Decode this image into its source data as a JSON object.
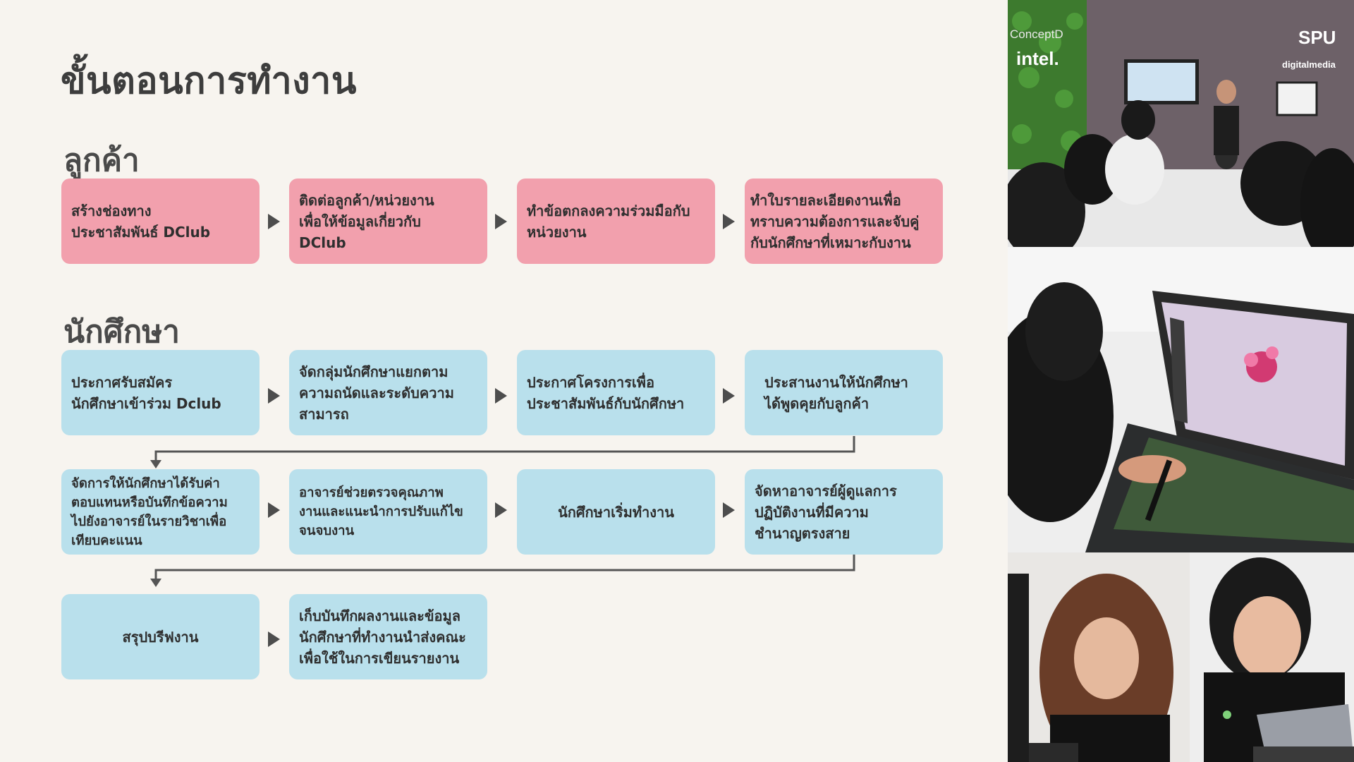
{
  "title": "ขั้นตอนการทำงาน",
  "sections": {
    "customer": {
      "label": "ลูกค้า",
      "steps": [
        "สร้างช่องทาง\nประชาสัมพันธ์ DClub",
        "ติดต่อลูกค้า/หน่วยงาน\nเพื่อให้ข้อมูลเกี่ยวกับ\nDClub",
        "ทำข้อตกลงความร่วมมือกับ\nหน่วยงาน",
        "ทำใบรายละเอียดงานเพื่อ\nทราบความต้องการและจับคู่\nกับนักศึกษาที่เหมาะกับงาน"
      ]
    },
    "student": {
      "label": "นักศึกษา",
      "row1": [
        "ประกาศรับสมัคร\nนักศึกษาเข้าร่วม Dclub",
        "จัดกลุ่มนักศึกษาแยกตาม\nความถนัดและระดับความ\nสามารถ",
        "ประกาศโครงการเพื่อ\nประชาสัมพันธ์กับนักศึกษา",
        "ประสานงานให้นักศึกษา\nได้พูดคุยกับลูกค้า"
      ],
      "row2": [
        "จัดการให้นักศึกษาได้รับค่า\nตอบแทนหรือบันทึกข้อความ\nไปยังอาจารย์ในรายวิชาเพื่อ\nเทียบคะแนน",
        "อาจารย์ช่วยตรวจคุณภาพ\nงานและแนะนำการปรับแก้ไข\nจนจบงาน",
        "นักศึกษาเริ่มทำงาน",
        "จัดหาอาจารย์ผู้ดูแลการ\nปฏิบัติงานที่มีความ\nชำนาญตรงสาย"
      ],
      "row3": [
        "สรุปบรีฟงาน",
        "เก็บบันทึกผลงานและข้อมูล\nนักศึกษาที่ทำงานนำส่งคณะ\nเพื่อใช้ในการเขียนรายงาน"
      ]
    }
  },
  "photos": {
    "top": {
      "brand_left": "ConceptD",
      "brand_intel": "intel.",
      "brand_right": "SPU",
      "brand_right_sub": "digitalmedia"
    },
    "middle": {},
    "bottom_left": {},
    "bottom_right": {}
  },
  "colors": {
    "pink": "#f2a0ad",
    "blue": "#b9e0ec",
    "background": "#f7f4ef",
    "text": "#3d3d3d"
  }
}
